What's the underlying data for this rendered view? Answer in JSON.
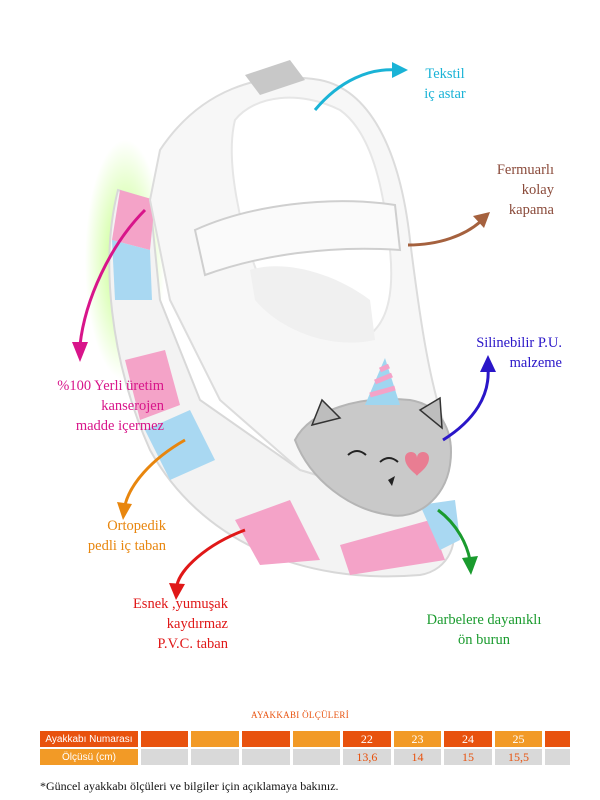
{
  "callouts": {
    "tekstil": [
      "Tekstil",
      "iç astar"
    ],
    "fermuar": [
      "Fermuarlı",
      "kolay",
      "kapama"
    ],
    "silinebilir": [
      "Silinebilir P.U.",
      "malzeme"
    ],
    "yerli": [
      "%100 Yerli üretim",
      "kanserojen",
      "madde içermez"
    ],
    "ortopedik": [
      "Ortopedik",
      "pedli iç taban"
    ],
    "esnek": [
      "Esnek ,yumuşak",
      "kaydırmaz",
      "P.V.C. taban"
    ],
    "darbe": [
      "Darbelere dayanıklı",
      "ön burun"
    ]
  },
  "size_chart": {
    "title": "AYAKKABI ÖLÇÜLERİ",
    "row1_label": "Ayakkabı Numarası",
    "row2_label": "Ölçüsü (cm)",
    "sizes": [
      "22",
      "23",
      "24",
      "25"
    ],
    "lengths": [
      "13,6",
      "14",
      "15",
      "15,5"
    ]
  },
  "footnote": "*Güncel ayakkabı ölçüleri ve bilgiler için açıklamaya bakınız.",
  "colors": {
    "orange_dark": "#e8520e",
    "orange_light": "#f29a26",
    "gray_cell": "#d9d9d9",
    "tekstil": "#1ab3d6",
    "fermuar": "#8a4a3a",
    "silinebilir": "#2a16c8",
    "yerli": "#d8158a",
    "ortopedik": "#e8860e",
    "esnek": "#e01818",
    "darbe": "#1a9b2e"
  }
}
